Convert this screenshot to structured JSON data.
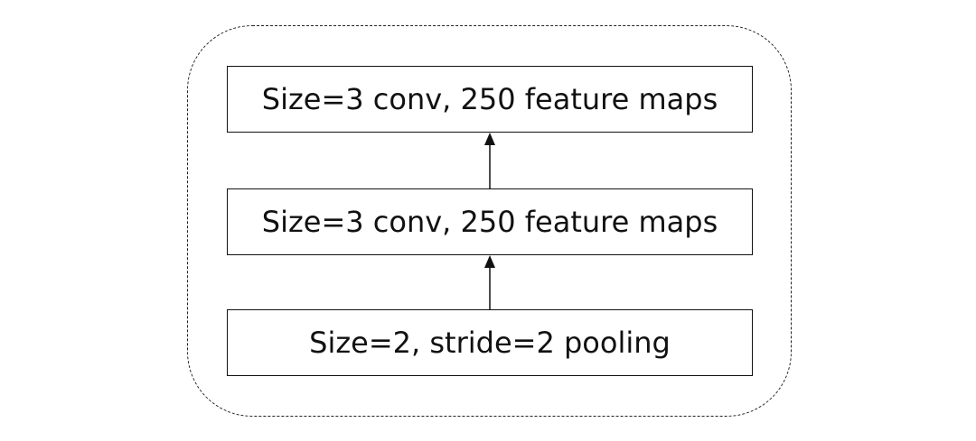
{
  "diagram": {
    "blocks": [
      {
        "id": "top",
        "label": "Size=3 conv, 250 feature maps"
      },
      {
        "id": "middle",
        "label": "Size=3 conv, 250 feature maps"
      },
      {
        "id": "bottom",
        "label": "Size=2, stride=2 pooling"
      }
    ],
    "edges": [
      {
        "from": "bottom",
        "to": "middle"
      },
      {
        "from": "middle",
        "to": "top"
      }
    ],
    "colors": {
      "stroke": "#111111",
      "background": "#ffffff"
    }
  }
}
